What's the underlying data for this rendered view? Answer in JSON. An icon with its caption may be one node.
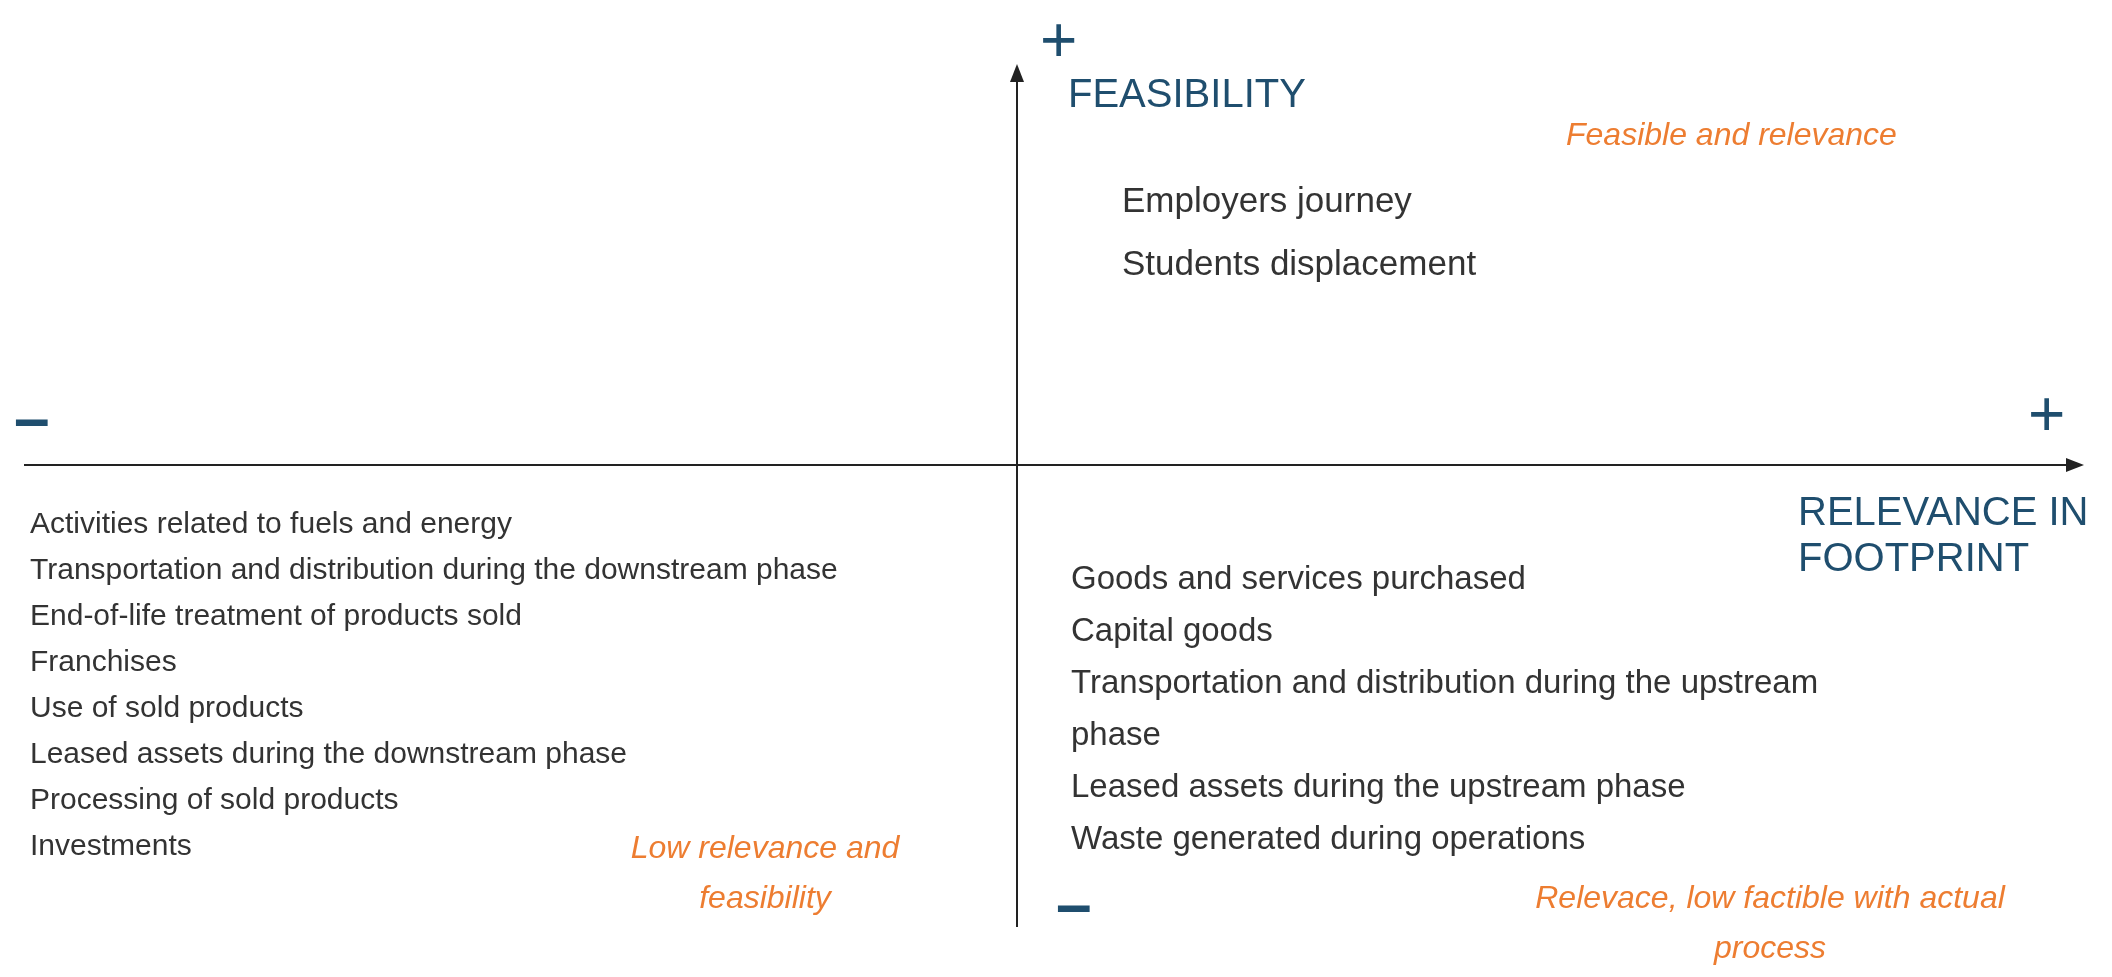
{
  "diagram": {
    "labels": [
      "+",
      "FEASIBILITY",
      "Feasible and relevance",
      "Employers journey",
      "Students displacement",
      "–",
      "+",
      "Activities related to fuels and energy",
      "Transportation and distribution during the downstream phase",
      "End-of-life treatment of products sold",
      "Franchises",
      "Use of sold products",
      "Leased assets during the downstream phase",
      "Processing of sold products",
      "Investments",
      "RELEVANCE IN FOOTPRINT",
      "Goods and services purchased",
      "Capital goods",
      "Transportation and distribution during the upstream phase",
      "Leased assets during the upstream phase",
      "Waste generated during operations",
      "Low relevance and feasibility",
      "–",
      "Relevace, low factible with actual process"
    ]
  }
}
